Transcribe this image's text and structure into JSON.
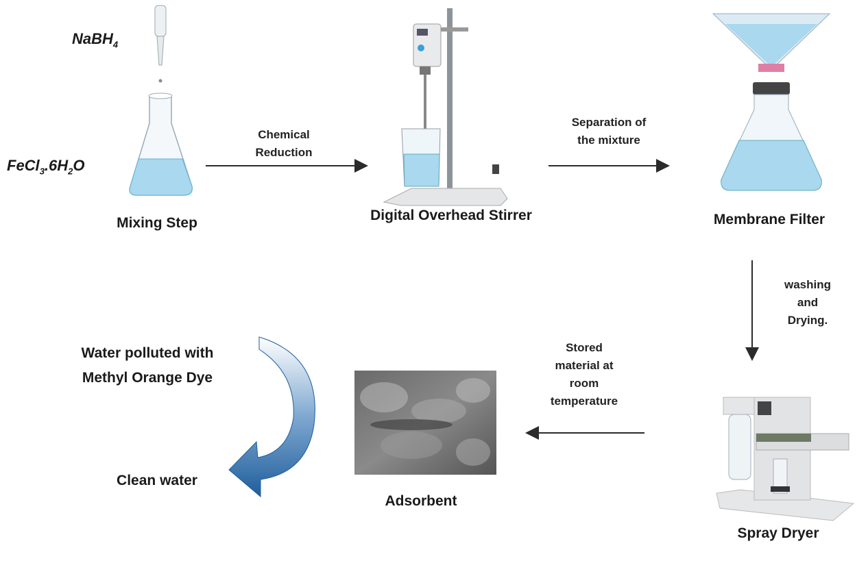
{
  "reagents": {
    "reducer": {
      "base": "NaBH",
      "sub": "4"
    },
    "precursor": {
      "p1": "FeCl",
      "s1": "3",
      "p2": ".6H",
      "s2": "2",
      "p3": "O"
    }
  },
  "steps": {
    "mixing": "Mixing Step",
    "stirrer": "Digital Overhead Stirrer",
    "filter": "Membrane Filter",
    "dryer": "Spray Dryer",
    "adsorbent": "Adsorbent"
  },
  "transitions": {
    "reduction": [
      "Chemical",
      "Reduction"
    ],
    "separation": [
      "Separation of",
      "the mixture"
    ],
    "washing": [
      "washing",
      "and",
      "Drying."
    ],
    "storage": [
      "Stored",
      "material at",
      "room",
      "temperature"
    ]
  },
  "application": {
    "input": [
      "Water polluted with",
      "Methyl Orange Dye"
    ],
    "output": "Clean water"
  },
  "colors": {
    "liquid": "#a9d8ef",
    "arrow": "#2b2b2b",
    "curve_arrow": "#1f5e9c"
  }
}
